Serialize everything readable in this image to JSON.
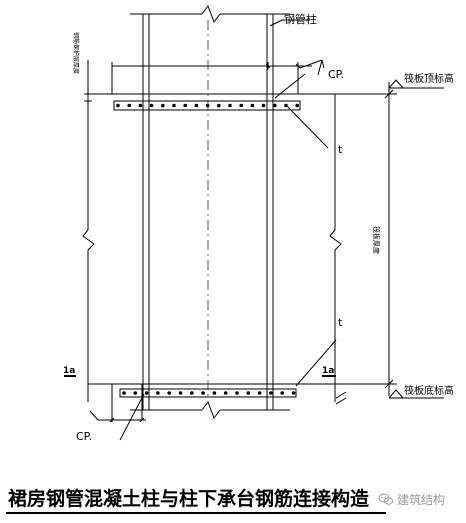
{
  "diagram": {
    "labels": {
      "steel_tube_column": "钢管柱",
      "cp_top": "CP.",
      "cp_bottom": "CP.",
      "t_top": "t",
      "t_bottom": "t",
      "raft_top_elevation": "筏板顶标高",
      "raft_bottom_elevation": "筏板底标高",
      "raft_thickness": "筏板厚度",
      "cover_thickness": "钢筋保护层厚度",
      "section_mark_left": "1a",
      "section_mark_right": "1a"
    }
  },
  "caption": {
    "title": "裙房钢管混凝土柱与柱下承台钢筋连接构造"
  },
  "watermark": {
    "text": "建筑结构"
  }
}
